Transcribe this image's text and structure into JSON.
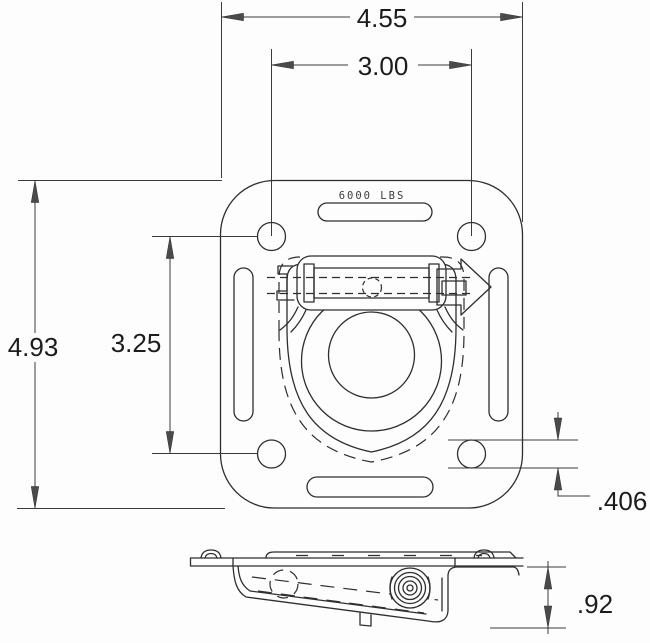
{
  "drawing": {
    "stamp": "6000 LBS",
    "dims": {
      "overall_width": "4.55",
      "bolt_spacing_h": "3.00",
      "overall_height": "4.93",
      "bolt_spacing_v": "3.25",
      "hole_diameter": ".406",
      "recess_depth": ".92"
    }
  }
}
